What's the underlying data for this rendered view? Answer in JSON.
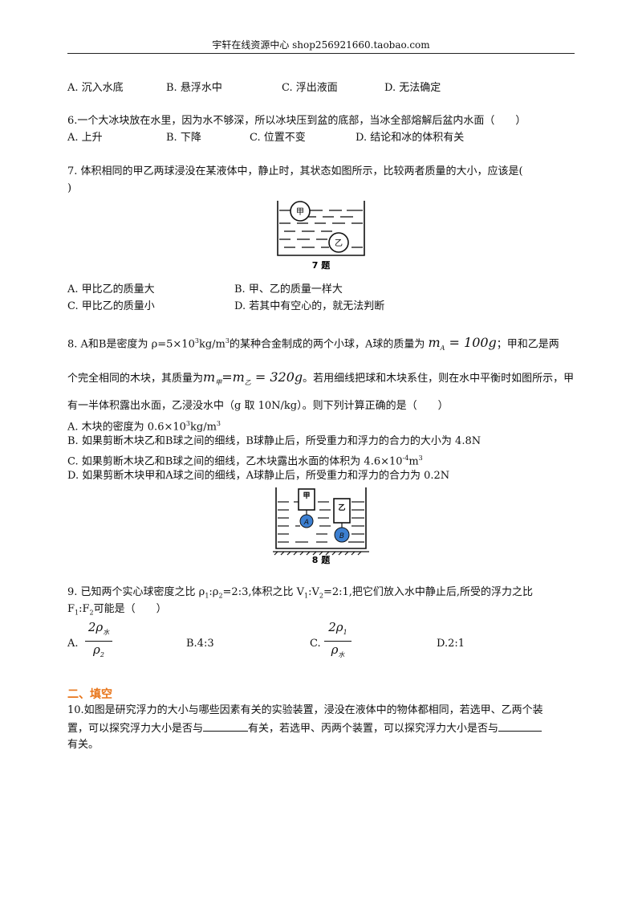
{
  "header": {
    "text": "宇轩在线资源中心   shop256921660.taobao.com"
  },
  "q5": {
    "options": [
      "A. 沉入水底",
      "B. 悬浮水中",
      "C. 浮出液面",
      "D. 无法确定"
    ]
  },
  "q6": {
    "stem": "6.一个大冰块放在水里，因为水不够深，所以冰块压到盆的底部，当冰全部熔解后盆内水面（　　）",
    "options": [
      "A. 上升",
      "B. 下降",
      "C. 位置不变",
      "D. 结论和冰的体积有关"
    ]
  },
  "q7": {
    "stem_line1": "7. 体积相同的甲乙两球浸没在某液体中，静止时，其状态如图所示，比较两者质量的大小，应该是(",
    "stem_line2": ")",
    "figure": {
      "ball_top": "甲",
      "ball_bottom": "乙",
      "caption": "7 题"
    },
    "options": [
      "A. 甲比乙的质量大",
      "B. 甲、乙的质量一样大",
      "C. 甲比乙的质量小",
      "D. 若其中有空心的，就无法判断"
    ]
  },
  "q8": {
    "line1_a": "8. A和B是密度为 ρ=5×10",
    "line1_sup": "3",
    "line1_b": "kg/m",
    "line1_sup2": "3",
    "line1_c": "的某种合金制成的两个小球，A球的质量为",
    "mass_a": "m",
    "mass_a_sub": "A",
    "mass_a_val": " = 100g",
    "line1_d": "；甲和乙是两",
    "line2_a": "个完全相同的木块，其质量为",
    "mass_jia": "m",
    "mass_jia_sub": "甲",
    "mass_eq": "=m",
    "mass_yi_sub": "乙",
    "mass_val": " = 320g",
    "line2_b": "。若用细线把球和木块系住，则在水中平衡时如图所示，甲",
    "line3": "有一半体积露出水面，乙浸没水中（g 取 10N/kg）。则下列计算正确的是（　　）",
    "optA_a": "A. 木块的密度为 0.6×10",
    "optA_sup": "3",
    "optA_b": "kg/m",
    "optA_sup2": "3",
    "optB": "B. 如果剪断木块乙和B球之间的细线，B球静止后，所受重力和浮力的合力的大小为 4.8N",
    "optC_a": "C. 如果剪断木块乙和B球之间的细线，乙木块露出水面的体积为 4.6×10",
    "optC_sup": "-4",
    "optC_b": "m",
    "optC_sup2": "3",
    "optD": "D. 如果剪断木块甲和A球之间的细线，A球静止后，所受重力和浮力的合力为 0.2N",
    "figure": {
      "block_left": "甲",
      "block_right": "乙",
      "ball_a": "A",
      "ball_b": "B",
      "caption": "8 题"
    }
  },
  "q9": {
    "stem_a": "9. 已知两个实心球密度之比 ρ",
    "sub1": "1",
    "stem_b": ":ρ",
    "sub2": "2",
    "stem_c": "=2:3,体积之比 V",
    "sub3": "1",
    "stem_d": ":V",
    "sub4": "2",
    "stem_e": "=2:1,把它们放入水中静止后,所受的浮力之比",
    "line2_a": "F",
    "line2_sub1": "1",
    "line2_b": ":F",
    "line2_sub2": "2",
    "line2_c": "可能是（　　）",
    "optA_label": "A.",
    "optA_num": "2ρ",
    "optA_num_sub": "水",
    "optA_den": "ρ",
    "optA_den_sub": "2",
    "optB": "B.4:3",
    "optC_label": "C.",
    "optC_num": "2ρ",
    "optC_num_sub": "1",
    "optC_den": "ρ",
    "optC_den_sub": "水",
    "optD": "D.2:1"
  },
  "section2": {
    "title": "二、填空"
  },
  "q10": {
    "line1": "10.如图是研究浮力的大小与哪些因素有关的实验装置，浸没在液体中的物体都相同，若选甲、乙两个装",
    "line2_a": "置，可以探究浮力大小是否与",
    "line2_b": "有关，若选甲、丙两个装置，可以探究浮力大小是否与",
    "line3": "有关。"
  }
}
